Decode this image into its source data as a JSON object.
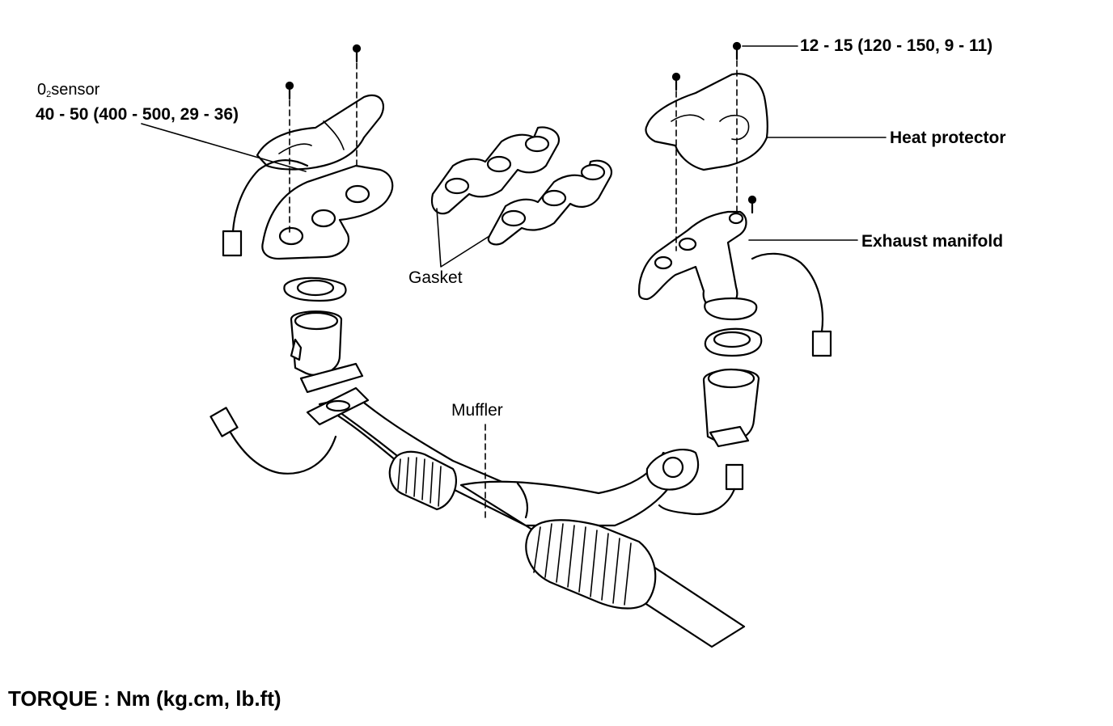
{
  "labels": {
    "o2_prefix": "0",
    "o2_sub": "2",
    "o2_suffix": "sensor",
    "o2_torque": "40 - 50 (400 - 500, 29 -  36)",
    "bolt_torque": "12 - 15 (120 - 150, 9 - 11)",
    "heat_protector": "Heat protector",
    "exhaust_manifold": "Exhaust manifold",
    "gasket": "Gasket",
    "muffler": "Muffler",
    "torque_units": "TORQUE : Nm (kg.cm, lb.ft)"
  }
}
